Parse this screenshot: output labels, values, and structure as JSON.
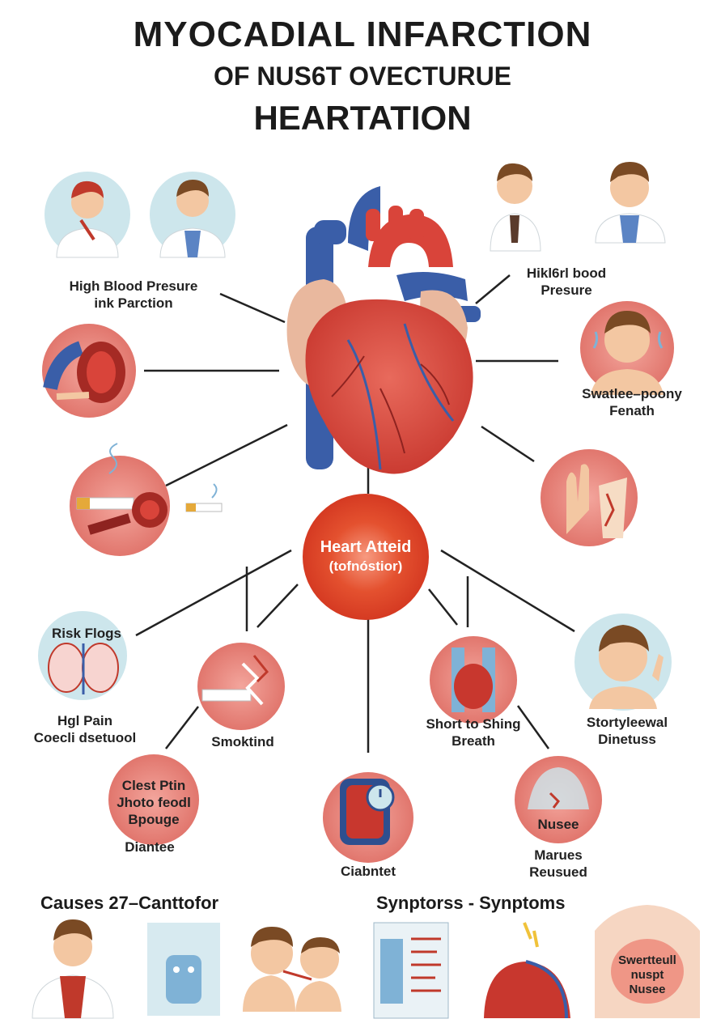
{
  "title": {
    "line1": "MYOCADIAL INFARCTION",
    "line2": "OF NUS6T OVECTURUE",
    "line3": "HEARTATION"
  },
  "center_node": {
    "line1": "Heart Atteid",
    "line2": "(tofnóstior)"
  },
  "labels": {
    "top_left": [
      "High Blood Presure",
      "ink Parction"
    ],
    "top_right": [
      "Hikl6rl bood",
      "Presure"
    ],
    "right_face": [
      "Swatlee–poony",
      "Fenath"
    ],
    "risk_flags": "Risk Flogs",
    "lungs_caption": [
      "Hgl Pain",
      "Coecli dsetuool"
    ],
    "smoking": "Smoktind",
    "short_breath": [
      "Short to Shing",
      "Breath"
    ],
    "right_bottom": [
      "Stortyleewal",
      "Dinetuss"
    ],
    "chest_pain_inner": [
      "Clest Ptin",
      "Jhoto feodl",
      "Bpouge"
    ],
    "chest_pain_caption": "Diantee",
    "diabetes": "Ciabntet",
    "nausea_inner": "Nusee",
    "nausea_caption": [
      "Marues",
      "Reusued"
    ],
    "torso_text": [
      "Swertteull",
      "nuspt",
      "Nusee"
    ]
  },
  "sections": {
    "causes": "Causes 27–Canttofor",
    "symptoms": "Synptorss - Synptoms"
  },
  "colors": {
    "heart_red": "#d9443a",
    "artery_blue": "#3a5ea8",
    "circle_red": "#e7837a",
    "circle_blue": "#cde6ec",
    "center_red": "#e24a2b",
    "skin": "#f3c7a2"
  }
}
